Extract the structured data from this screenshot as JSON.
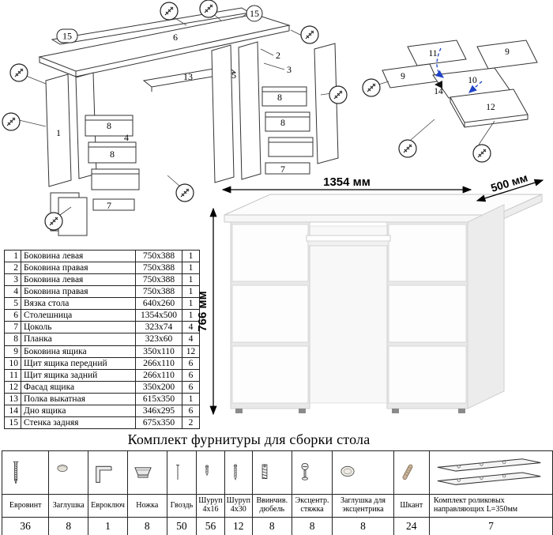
{
  "colors": {
    "diagram_line": "#333333",
    "blue_arrow": "#1f43c7"
  },
  "exploded_left": {
    "labels": [
      "15",
      "6",
      "15",
      "1",
      "8",
      "4",
      "8",
      "7",
      "13",
      "5",
      "2",
      "3",
      "8",
      "8",
      "7"
    ]
  },
  "exploded_right": {
    "labels": [
      "11",
      "9",
      "9",
      "10",
      "14",
      "12"
    ]
  },
  "desk": {
    "dim_width": "1354 мм",
    "dim_depth": "500 мм",
    "dim_height": "766 мм"
  },
  "parts": {
    "rows": [
      {
        "num": "1",
        "name": "Боковина левая",
        "size": "750x388",
        "qty": "1"
      },
      {
        "num": "2",
        "name": "Боковина правая",
        "size": "750x388",
        "qty": "1"
      },
      {
        "num": "3",
        "name": "Боковина левая",
        "size": "750x388",
        "qty": "1"
      },
      {
        "num": "4",
        "name": "Боковина правая",
        "size": "750x388",
        "qty": "1"
      },
      {
        "num": "5",
        "name": "Вязка стола",
        "size": "640x260",
        "qty": "1"
      },
      {
        "num": "6",
        "name": "Столешница",
        "size": "1354x500",
        "qty": "1"
      },
      {
        "num": "7",
        "name": "Цоколь",
        "size": "323x74",
        "qty": "4"
      },
      {
        "num": "8",
        "name": "Планка",
        "size": "323x60",
        "qty": "4"
      },
      {
        "num": "9",
        "name": "Боковина ящика",
        "size": "350x110",
        "qty": "12"
      },
      {
        "num": "10",
        "name": "Щит ящика передний",
        "size": "266x110",
        "qty": "6"
      },
      {
        "num": "11",
        "name": "Щит ящика задний",
        "size": "266x110",
        "qty": "6"
      },
      {
        "num": "12",
        "name": "Фасад ящика",
        "size": "350x200",
        "qty": "6"
      },
      {
        "num": "13",
        "name": "Полка выкатная",
        "size": "615x350",
        "qty": "1"
      },
      {
        "num": "14",
        "name": "Дно ящика",
        "size": "346x295",
        "qty": "6"
      },
      {
        "num": "15",
        "name": "Стенка задняя",
        "size": "675x350",
        "qty": "2"
      }
    ]
  },
  "hardware": {
    "title": "Комплект фурнитуры для сборки стола",
    "items": [
      {
        "name": "Евровинт",
        "qty": "36",
        "icon": "confirmat-screw-icon"
      },
      {
        "name": "Заглушка",
        "qty": "8",
        "icon": "cap-icon"
      },
      {
        "name": "Евроключ",
        "qty": "1",
        "icon": "hex-key-icon"
      },
      {
        "name": "Ножка",
        "qty": "8",
        "icon": "foot-icon"
      },
      {
        "name": "Гвоздь",
        "qty": "50",
        "icon": "nail-icon"
      },
      {
        "name": "Шуруп 4x16",
        "qty": "56",
        "icon": "screw-4x16-icon"
      },
      {
        "name": "Шуруп 4x30",
        "qty": "12",
        "icon": "screw-4x30-icon"
      },
      {
        "name": "Ввинчив. дюбель",
        "qty": "8",
        "icon": "dowel-screw-icon"
      },
      {
        "name": "Эксцентр. стяжка",
        "qty": "8",
        "icon": "cam-lock-icon"
      },
      {
        "name": "Заглушка для эксцентрика",
        "qty": "8",
        "icon": "cam-cap-icon"
      },
      {
        "name": "Шкант",
        "qty": "24",
        "icon": "dowel-icon"
      },
      {
        "name": "Комплект роликовых направляющих L=350мм",
        "qty": "7",
        "icon": "drawer-slides-icon"
      }
    ]
  }
}
